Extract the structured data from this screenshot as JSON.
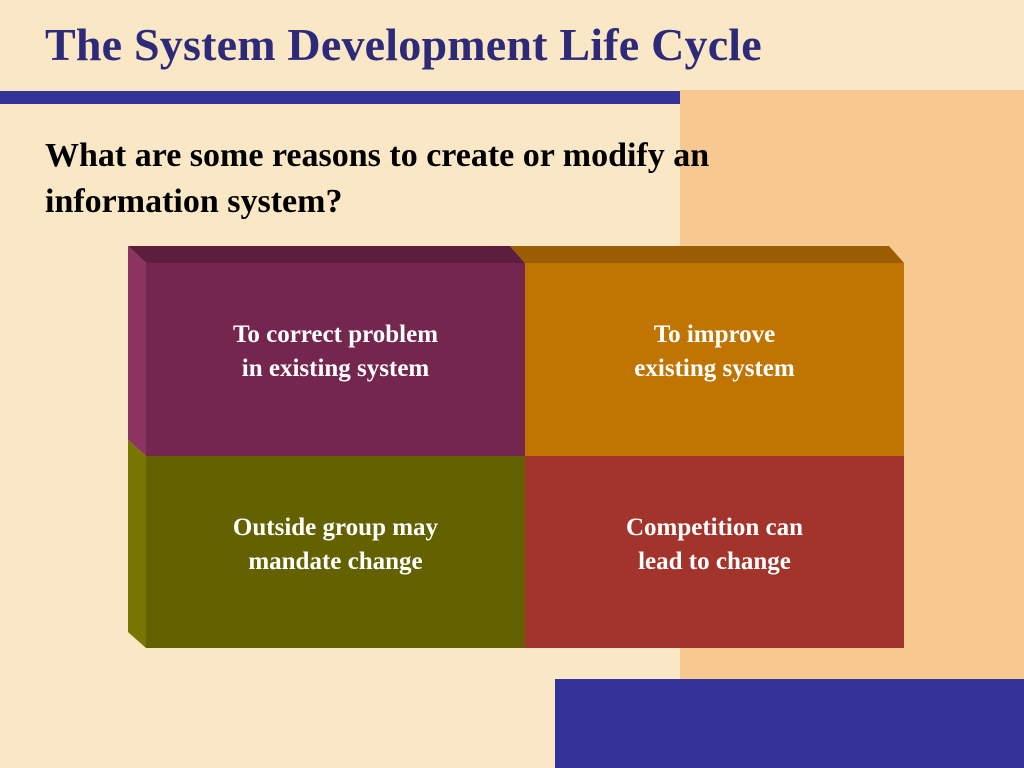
{
  "slide": {
    "title": "The System Development Life Cycle",
    "question": "What are some reasons to create or modify an information system?"
  },
  "reasons": [
    {
      "label": "To correct problem\nin existing system",
      "color": "#74264E"
    },
    {
      "label": "To improve\nexisting system",
      "color": "#C07401"
    },
    {
      "label": "Outside group may\nmandate change",
      "color": "#636100"
    },
    {
      "label": "Competition can\nlead to change",
      "color": "#A3342C"
    }
  ],
  "colors": {
    "background": "#F9E7C6",
    "accent": "#F8C891",
    "brand_blue": "#333399",
    "title_text": "#2E2A7A"
  }
}
